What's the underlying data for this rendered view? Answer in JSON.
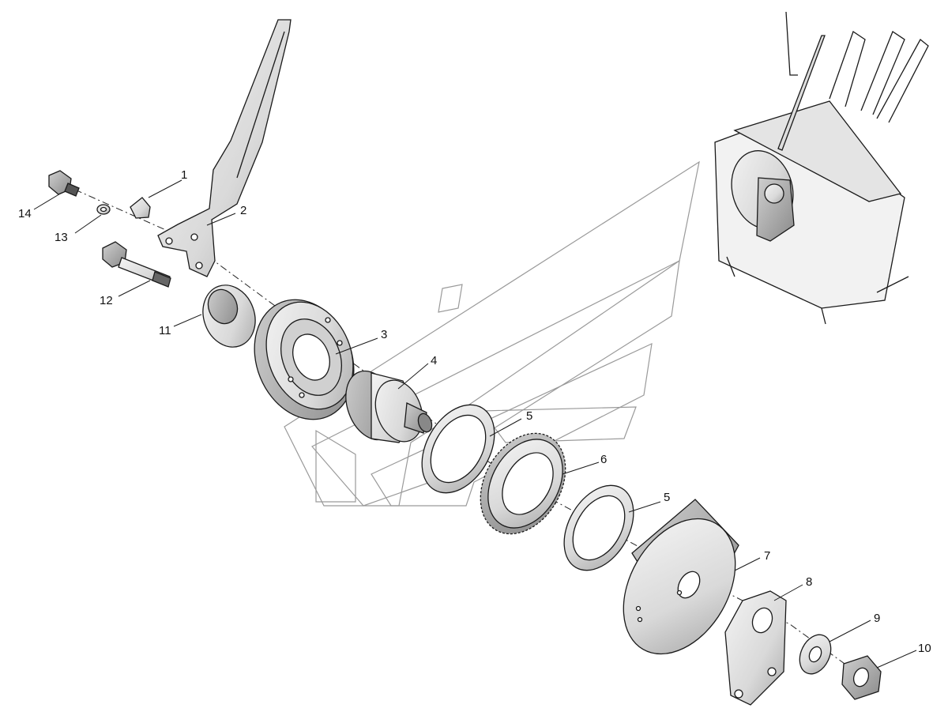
{
  "diagram": {
    "part_labels": [
      "1",
      "2",
      "3",
      "4",
      "5",
      "5",
      "6",
      "7",
      "8",
      "9",
      "10",
      "11",
      "12",
      "13",
      "14"
    ],
    "colors": {
      "line": "#1a1a1a",
      "part_fill": "#e6e6e6",
      "part_shade": "#bdbdbd",
      "watermark": "#9a9a9a"
    }
  }
}
